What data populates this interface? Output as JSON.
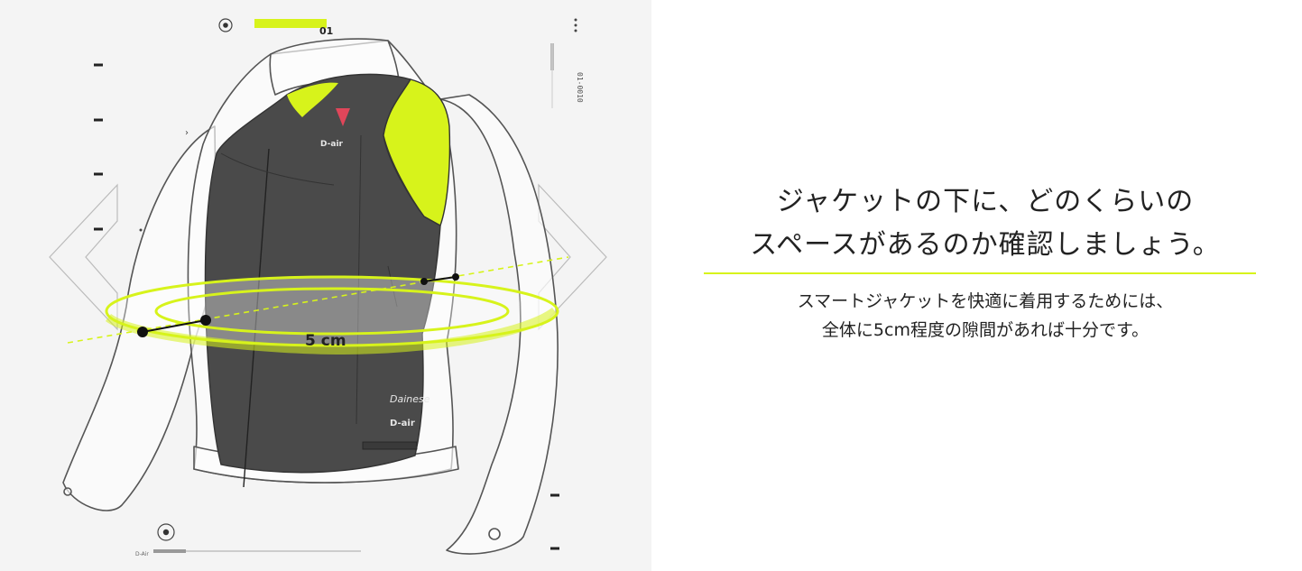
{
  "illustration": {
    "step_number": "01",
    "measurement_label": "5 cm",
    "side_code": "01-0010",
    "footer_label": "D-Air",
    "chest_brand": "D-air",
    "body_brand": "Dainese",
    "body_badge": "D-air",
    "accent_color": "#d7f31b",
    "icons": [
      "radio-dot-icon",
      "more-vertical-icon",
      "chevron-left-outline-icon",
      "chevron-right-outline-icon",
      "dainese-logo-icon"
    ]
  },
  "content": {
    "headline_line1": "ジャケットの下に、どのくらいの",
    "headline_line2": "スペースがあるのか確認しましょう。",
    "body_line1": "スマートジャケットを快適に着用するためには、",
    "body_line2": "全体に5cm程度の隙間があれば十分です。"
  }
}
